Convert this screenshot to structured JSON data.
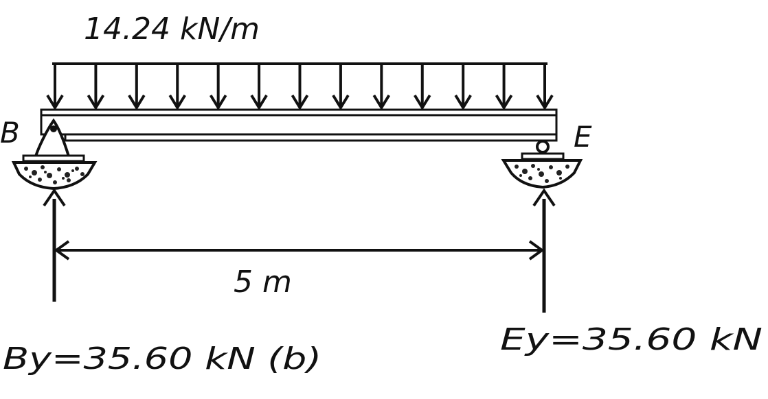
{
  "load": {
    "label": "14.24 kN/m",
    "intensity": 14.24,
    "unit": "kN/m",
    "arrow_count": 13
  },
  "supports": {
    "left": {
      "label": "B",
      "type": "pin"
    },
    "right": {
      "label": "E",
      "type": "roller"
    }
  },
  "span": {
    "label": "5 m",
    "length": 5,
    "unit": "m"
  },
  "reactions": {
    "left": {
      "label": "By=35.60 kN (b)",
      "value": 35.6,
      "unit": "kN"
    },
    "right": {
      "label": "Ey=35.60 kN",
      "value": 35.6,
      "unit": "kN"
    }
  },
  "colors": {
    "ink": "#111111",
    "paper": "#ffffff"
  }
}
